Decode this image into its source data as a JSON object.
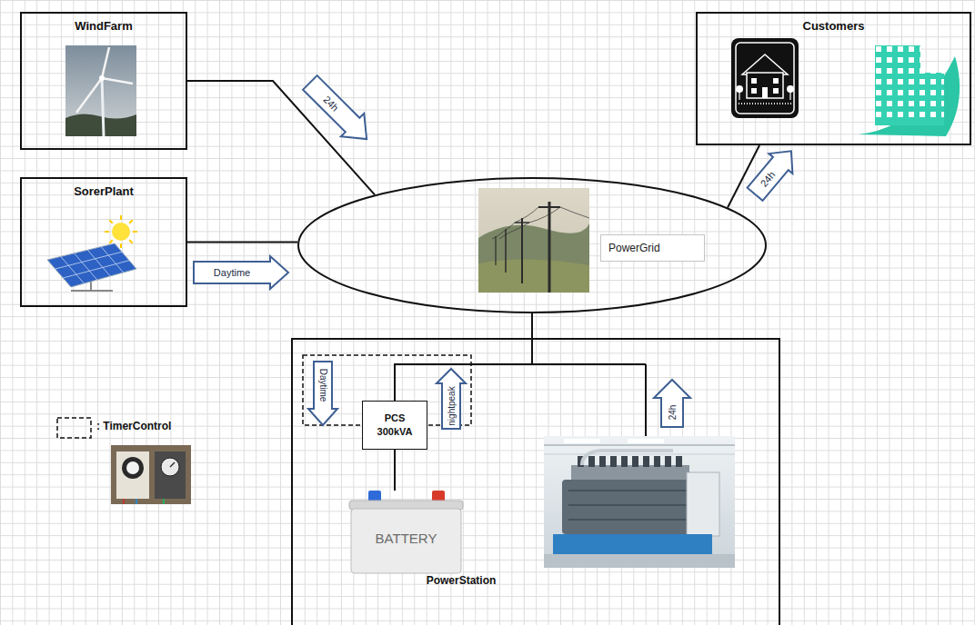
{
  "diagram": {
    "nodes": [
      {
        "text": [
          "WindFarm"
        ]
      },
      {
        "text": [
          "SorerPlant"
        ]
      },
      {
        "text": [
          "PowerGrid"
        ]
      },
      {
        "text": [
          "Customers"
        ]
      },
      {
        "text": [
          "PowerStation"
        ]
      },
      {
        "text": [
          "PCS",
          "300kVA"
        ],
        "in": 4
      },
      {
        "text": [
          "BATTERY"
        ],
        "in": 4
      }
    ],
    "edges": [
      {
        "from": 0,
        "to": 2,
        "arrow": "to",
        "label": "24h"
      },
      {
        "from": 1,
        "to": 2,
        "arrow": "to",
        "label": "Daytime"
      },
      {
        "from": 2,
        "to": 3,
        "arrow": "to",
        "label": "24h"
      },
      {
        "from": 2,
        "to": 5,
        "arrow": "none"
      },
      {
        "from": 5,
        "to": 6,
        "arrow": "none"
      }
    ],
    "labels": [
      "Daytime",
      "nightpeak",
      "24h"
    ],
    "legend": [
      {
        "text": ": TimerControl"
      }
    ]
  }
}
